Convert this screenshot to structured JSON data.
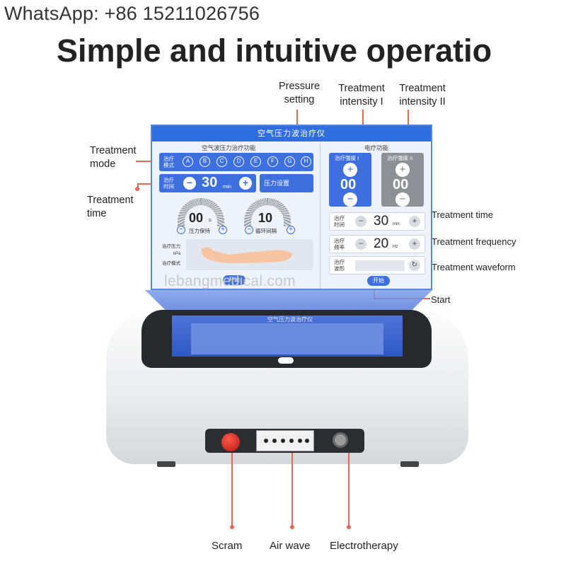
{
  "header": {
    "contact": "WhatsApp: +86 15211026756",
    "headline": "Simple and intuitive operatio"
  },
  "callouts": {
    "pressure_setting": [
      "Pressure",
      "setting"
    ],
    "intensity_1": [
      "Treatment",
      "intensity I"
    ],
    "intensity_2": [
      "Treatment",
      "intensity II"
    ],
    "treatment_mode": [
      "Treatment",
      "mode"
    ],
    "treatment_time_left": [
      "Treatment",
      "time"
    ],
    "treatment_time_right": "Treatment time",
    "treatment_frequency": "Treatment  frequency",
    "treatment_waveform": "Treatment waveform",
    "start": "Start",
    "scram": "Scram",
    "air_wave": "Air wave",
    "electrotherapy": "Electrotherapy"
  },
  "screen": {
    "title": "空气压力波治疗仪",
    "left_section": "空气波压力治疗功能",
    "right_section": "电疗功能",
    "mode_label": [
      "治疗",
      "模式"
    ],
    "modes": [
      "A",
      "B",
      "C",
      "D",
      "E",
      "F",
      "G",
      "H"
    ],
    "time_label": [
      "治疗",
      "时间"
    ],
    "time_value": "30",
    "time_unit": "min",
    "pressure_button": "压力设置",
    "hold_value": "00",
    "hold_unit": "s",
    "hold_label": "压力保持",
    "cycle_value": "10",
    "cycle_label": "循环间隔",
    "side_labels": [
      "治疗压力",
      "kPa",
      "治疗模式"
    ],
    "left_start": "开始",
    "intensity1_label": "治疗强度 I",
    "intensity1_value": "00",
    "intensity2_label": "治疗强度 II",
    "intensity2_value": "00",
    "e_time_label": [
      "治疗",
      "时间"
    ],
    "e_time_value": "30",
    "e_time_unit": "min",
    "e_freq_label": [
      "治疗",
      "频率"
    ],
    "e_freq_value": "20",
    "e_freq_unit": "Hz",
    "e_wave_label": [
      "治疗",
      "波形"
    ],
    "right_start": "开始",
    "watermark": "lebangmedical.com"
  },
  "device": {
    "screen_title": "空气压力波治疗仪"
  },
  "colors": {
    "accent": "#3d6fde",
    "title_bar": "#2f6ee0",
    "leader": "#e06a5a",
    "scram": "#d42a1f"
  }
}
